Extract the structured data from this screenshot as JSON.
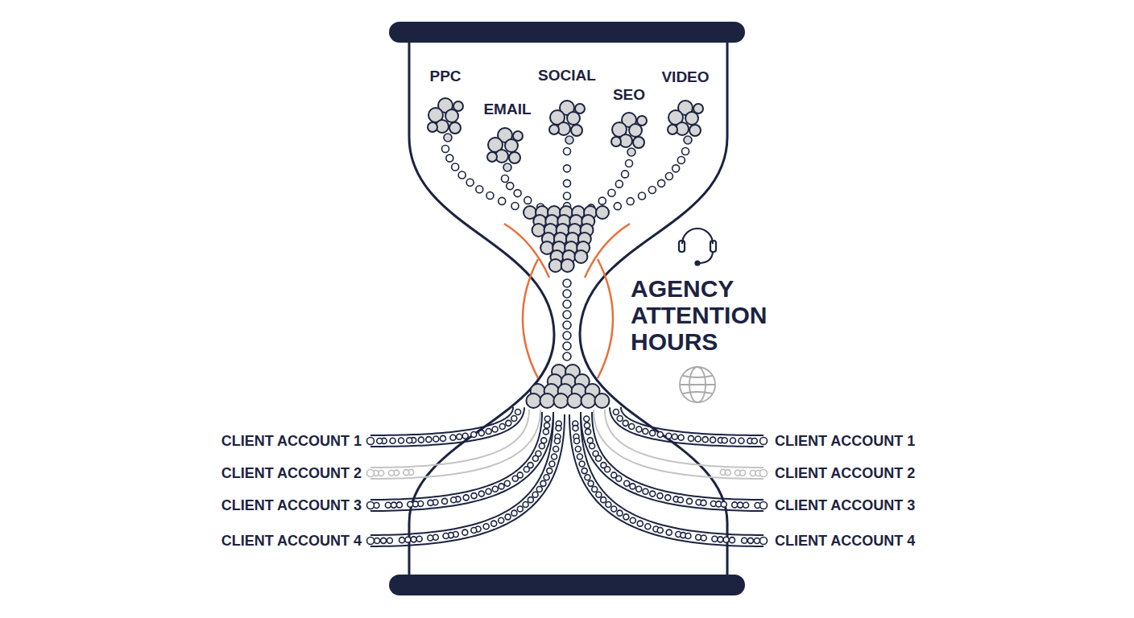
{
  "diagram": {
    "labels": [
      "PPC",
      "EMAIL",
      "SOCIAL",
      "SEO",
      "VIDEO",
      "AGENCY ATTENTION HOURS",
      "CLIENT ACCOUNT 1",
      "CLIENT ACCOUNT 1",
      "CLIENT ACCOUNT 2",
      "CLIENT ACCOUNT 2",
      "CLIENT ACCOUNT 3",
      "CLIENT ACCOUNT 3",
      "CLIENT ACCOUNT 4",
      "CLIENT ACCOUNT 4"
    ]
  }
}
